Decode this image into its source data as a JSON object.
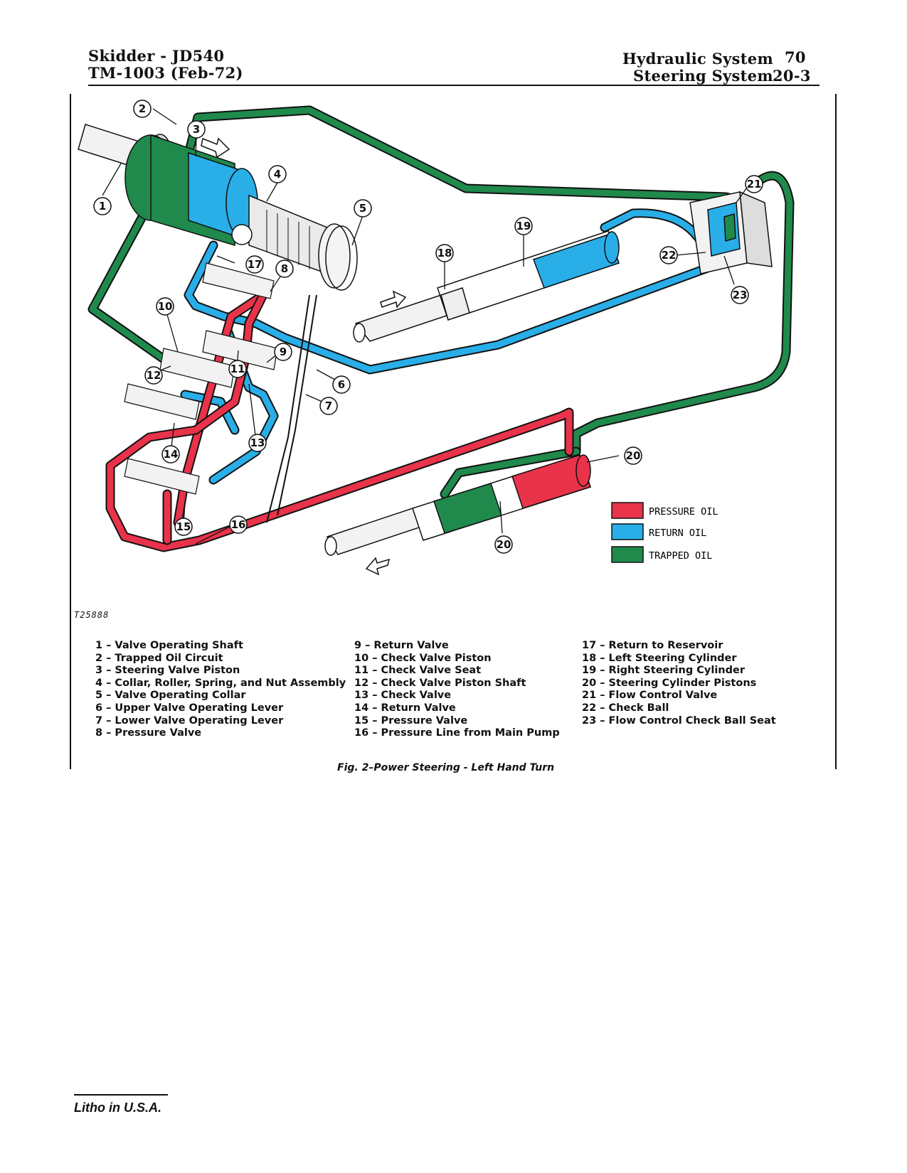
{
  "header": {
    "left_line1": "Skidder - JD540",
    "left_line2": "TM-1003   (Feb-72)",
    "right_title1": "Hydraulic System",
    "right_page": "70",
    "right_title2": "Steering System",
    "right_section": "20-3"
  },
  "diagram": {
    "figure_number": "T25888",
    "key": [
      {
        "label": "PRESSURE OIL",
        "color": "#e8334a"
      },
      {
        "label": "RETURN OIL",
        "color": "#29aee8"
      },
      {
        "label": "TRAPPED OIL",
        "color": "#1f8a4c"
      }
    ],
    "callouts": [
      "1",
      "2",
      "3",
      "4",
      "5",
      "6",
      "7",
      "8",
      "9",
      "10",
      "11",
      "12",
      "13",
      "14",
      "15",
      "16",
      "17",
      "18",
      "19",
      "20",
      "20",
      "21",
      "22",
      "23"
    ]
  },
  "legend": {
    "col1": [
      "1 – Valve Operating Shaft",
      "2 – Trapped Oil Circuit",
      "3 – Steering Valve Piston",
      "4 – Collar, Roller, Spring, and Nut Assembly",
      "5 – Valve Operating Collar",
      "6 – Upper Valve Operating Lever",
      "7 – Lower Valve Operating Lever",
      "8 – Pressure Valve"
    ],
    "col2": [
      "9 – Return Valve",
      "10 – Check Valve Piston",
      "11 – Check Valve Seat",
      "12 – Check Valve Piston Shaft",
      "13 – Check Valve",
      "14 – Return Valve",
      "15 – Pressure Valve",
      "16 – Pressure Line from Main Pump"
    ],
    "col3": [
      "17 – Return to Reservoir",
      "18 – Left Steering Cylinder",
      "19 – Right Steering Cylinder",
      "20 – Steering Cylinder Pistons",
      "21 – Flow Control Valve",
      "22 – Check Ball",
      "23 – Flow Control Check Ball Seat"
    ]
  },
  "caption": "Fig. 2–Power Steering - Left Hand Turn",
  "footer": "Litho in U.S.A."
}
